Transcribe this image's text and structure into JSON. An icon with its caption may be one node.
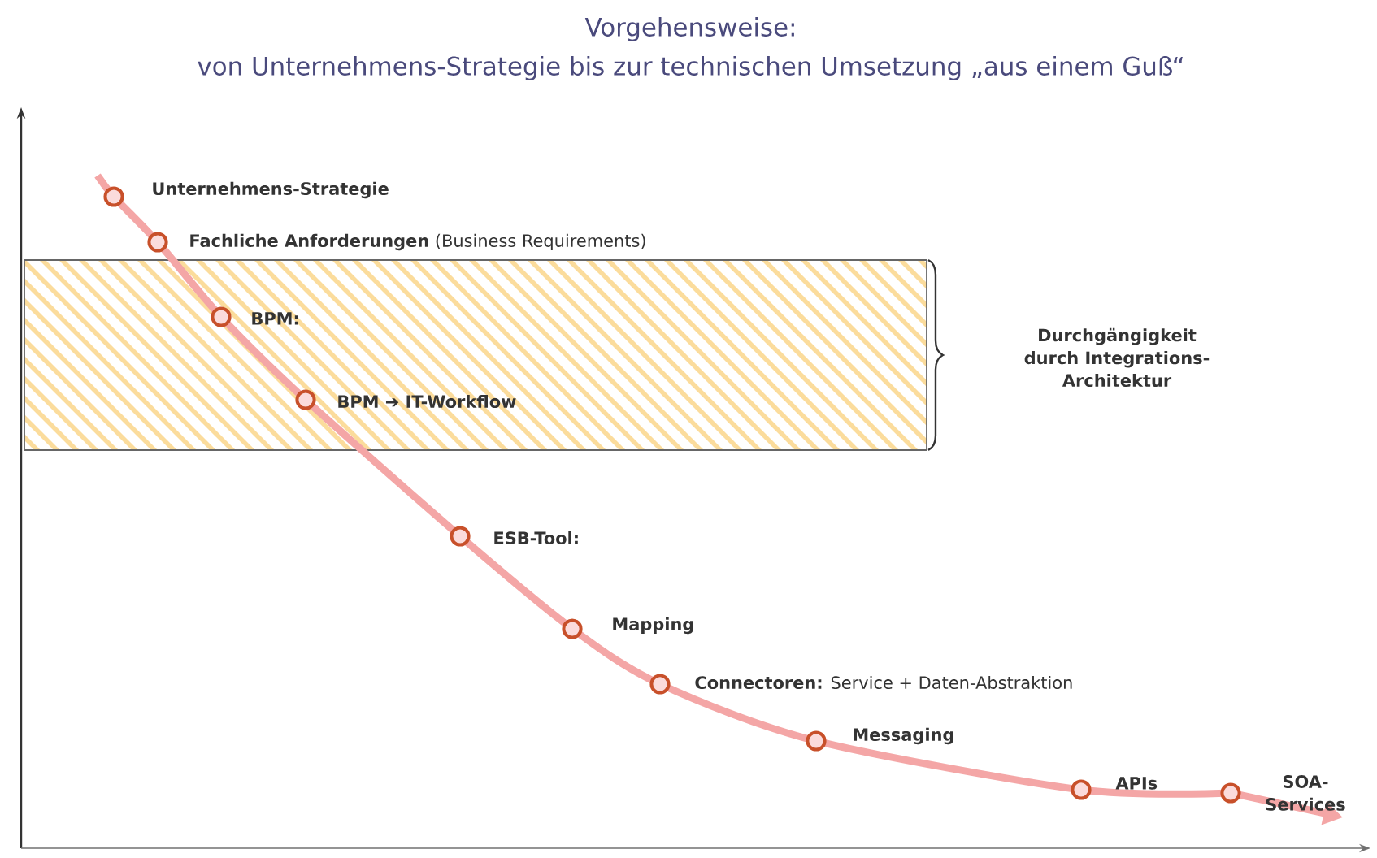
{
  "diagram": {
    "title": "Vorgehensweise:",
    "labels": [
      "von Unternehmens-Strategie bis zur technischen Umsetzung „aus einem Guß“",
      "Unternehmens-Strategie",
      "**Fachliche Anforderungen** (Business Requirements)",
      "BPM:",
      "BPM ➔ IT-Workflow",
      "Durchgängigkeit durch Integrations-Architektur",
      "ESB-Tool:",
      "Mapping",
      "**Connectoren:** Service + Daten-Abstraktion",
      "Messaging",
      "APIs",
      "SOA-Services"
    ]
  }
}
